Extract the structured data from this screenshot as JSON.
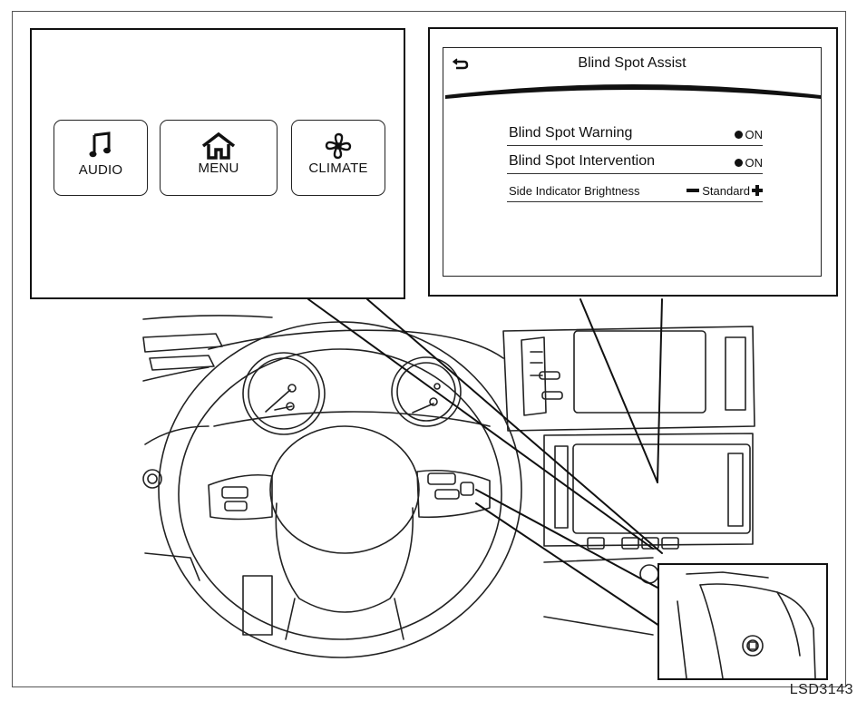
{
  "hardkeys": [
    {
      "label": "AUDIO",
      "icon": "music-note-icon"
    },
    {
      "label": "MENU",
      "icon": "home-icon"
    },
    {
      "label": "CLIMATE",
      "icon": "fan-icon"
    }
  ],
  "screen": {
    "title": "Blind Spot Assist",
    "back_icon": "back-arrow-icon",
    "settings": [
      {
        "label": "Blind Spot Warning",
        "value": "ON"
      },
      {
        "label": "Blind Spot Intervention",
        "value": "ON"
      },
      {
        "label": "Side Indicator Brightness",
        "value": "Standard"
      }
    ]
  },
  "figure_code": "LSD3143",
  "colors": {
    "line": "#111111",
    "background": "#ffffff"
  }
}
